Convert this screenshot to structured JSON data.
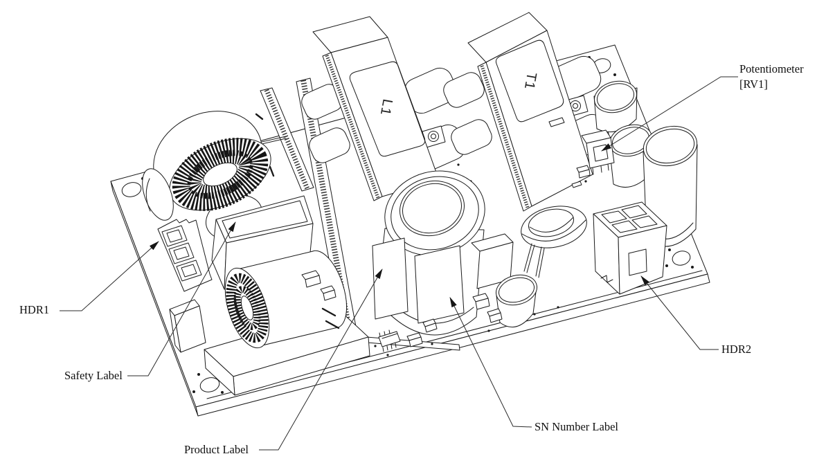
{
  "colors": {
    "ink": "#1a1a1a",
    "background": "#ffffff"
  },
  "callouts": {
    "potentiometer": {
      "line1": "Potentiometer",
      "line2": "[RV1]"
    },
    "hdr1": {
      "label": "HDR1"
    },
    "safety_label": {
      "label": "Safety Label"
    },
    "product_label": {
      "label": "Product Label"
    },
    "sn_number_label": {
      "label": "SN Number Label"
    },
    "hdr2": {
      "label": "HDR2"
    }
  },
  "component_markings": {
    "inductor": "L1",
    "transformer": "T1"
  }
}
